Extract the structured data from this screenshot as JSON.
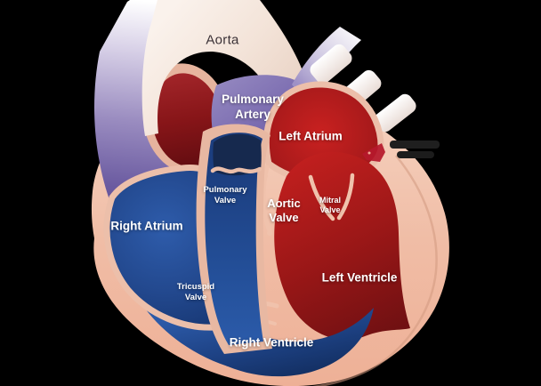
{
  "diagram": {
    "type": "heart-anatomy-cross-section",
    "background": "#000000",
    "labels": {
      "aorta": {
        "text": "Aorta",
        "color": "#3a3136"
      },
      "pulmonary_artery": {
        "line1": "Pulmonary",
        "line2": "Artery",
        "color": "#ffffff"
      },
      "left_atrium": {
        "text": "Left Atrium",
        "color": "#ffffff"
      },
      "pulmonary_valve": {
        "line1": "Pulmonary",
        "line2": "Valve",
        "color": "#ffffff"
      },
      "aortic_valve": {
        "line1": "Aortic",
        "line2": "Valve",
        "color": "#ffffff"
      },
      "mitral_valve": {
        "line1": "Mitral",
        "line2": "Valve",
        "color": "#ffffff"
      },
      "right_atrium": {
        "text": "Right Atrium",
        "color": "#ffffff"
      },
      "tricuspid_valve": {
        "line1": "Tricuspid",
        "line2": "Valve",
        "color": "#ffffff"
      },
      "left_ventricle": {
        "text": "Left Ventricle",
        "color": "#ffffff"
      },
      "right_ventricle": {
        "text": "Right Ventricle",
        "color": "#ffffff"
      }
    },
    "colors": {
      "oxygenated_red": "#b51d1c",
      "deep_red": "#6e1012",
      "deoxygenated_blue": "#24509c",
      "navy_blue": "#16294e",
      "vessel_purple": "#7b6cb0",
      "heart_wall_pink": "#f0bda6",
      "aorta_cream": "#f3e3d8",
      "label_white": "#ffffff",
      "background_black": "#000000"
    },
    "watermark": {
      "icon": "red-logo-icon"
    }
  }
}
